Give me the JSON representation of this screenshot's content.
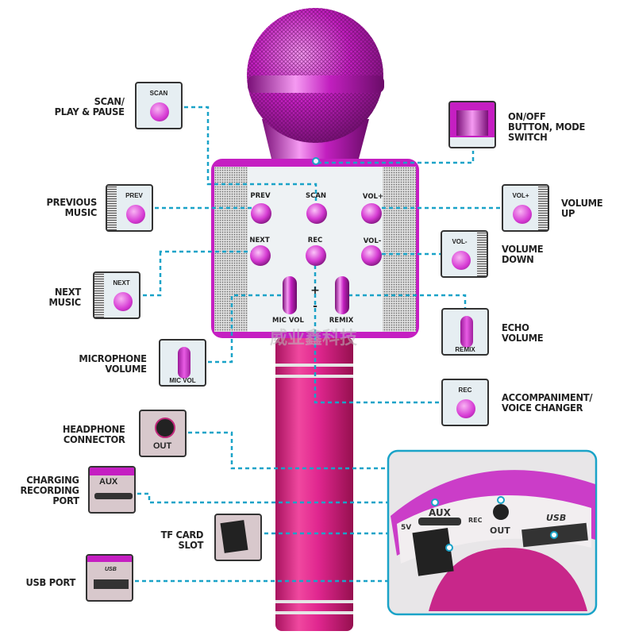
{
  "colors": {
    "accent": "#1aa3c8",
    "mic_pink": "#d52ccf",
    "handle_pink": "#e0268f",
    "panel": "#eef2f4"
  },
  "microphone": {
    "buttons": [
      {
        "label": "PREV"
      },
      {
        "label": "SCAN"
      },
      {
        "label": "VOL+"
      },
      {
        "label": "NEXT"
      },
      {
        "label": "REC"
      },
      {
        "label": "VOL-"
      }
    ],
    "sliders": [
      {
        "label": "MIC VOL"
      },
      {
        "label": "REMIX"
      }
    ],
    "plus": "+",
    "minus": "-",
    "watermark": "威业鑫科技"
  },
  "callouts": {
    "scan": {
      "text": "SCAN/\nPLAY & PAUSE",
      "box": "SCAN"
    },
    "power": {
      "text": "ON/OFF\nBUTTON, MODE\nSWITCH"
    },
    "prev": {
      "text": "PREVIOUS\nMUSIC",
      "box": "PREV"
    },
    "volup": {
      "text": "VOLUME\nUP",
      "box": "VOL+"
    },
    "voldown": {
      "text": "VOLUME\nDOWN",
      "box": "VOL-"
    },
    "next": {
      "text": "NEXT\nMUSIC",
      "box": "NEXT"
    },
    "echo": {
      "text": "ECHO\nVOLUME",
      "box": "REMIX"
    },
    "micvol": {
      "text": "MICROPHONE\nVOLUME",
      "box": "MIC VOL"
    },
    "rec": {
      "text": "ACCOMPANIMENT/\nVOICE CHANGER",
      "box": "REC"
    },
    "headphone": {
      "text": "HEADPHONE\nCONNECTOR",
      "box": "OUT"
    },
    "charging": {
      "text": "CHARGING\nRECORDING\nPORT",
      "box": "AUX"
    },
    "tf": {
      "text": "TF CARD\nSLOT"
    },
    "usb": {
      "text": "USB PORT",
      "box": "USB"
    }
  },
  "inset": {
    "aux": "AUX",
    "v5": "5V",
    "rec": "REC",
    "out": "OUT",
    "usb": "USB"
  }
}
